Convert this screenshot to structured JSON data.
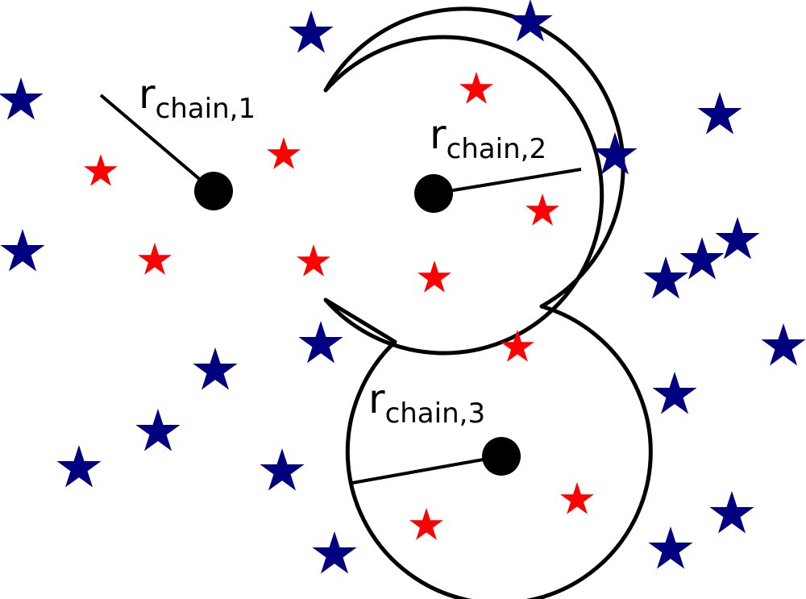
{
  "labels": {
    "r1": {
      "main": "r",
      "sub": "chain,1"
    },
    "r2": {
      "main": "r",
      "sub": "chain,2"
    },
    "r3": {
      "main": "r",
      "sub": "chain,3"
    }
  },
  "colors": {
    "inside_star": "#ff0000",
    "outside_star": "#000080",
    "outline": "#000000",
    "center": "#000000",
    "background": "#ffffff"
  },
  "legend": {
    "inside_star": "red star (inside chain region)",
    "outside_star": "blue star (outside chain region)"
  }
}
